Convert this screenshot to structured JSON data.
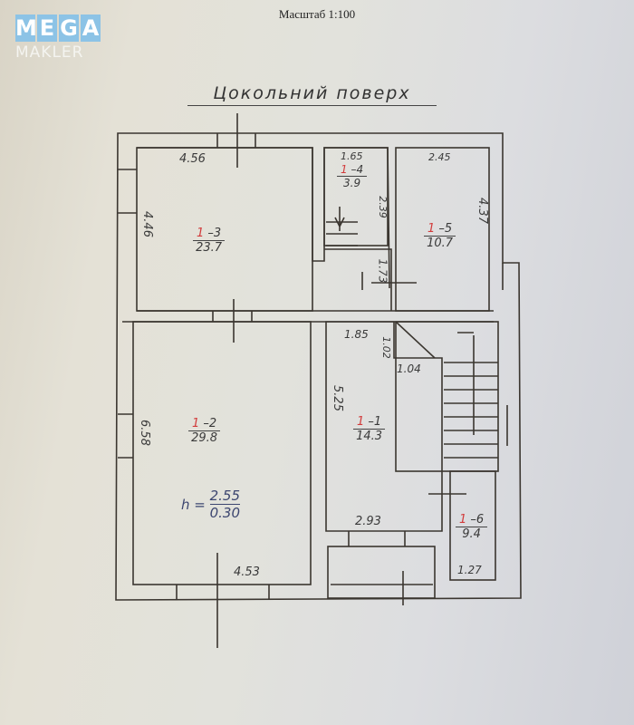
{
  "watermark": {
    "mega_letters": [
      "M",
      "E",
      "G",
      "A"
    ],
    "makler": "MAKLER",
    "color": "#8cc3e6"
  },
  "header": {
    "scale": "Масштаб 1:100"
  },
  "plan": {
    "title": "Цокольний поверх",
    "rooms": [
      {
        "id": "1-1",
        "prefix": "1",
        "suffix": "–1",
        "area": "14.3"
      },
      {
        "id": "1-2",
        "prefix": "1",
        "suffix": "–2",
        "area": "29.8"
      },
      {
        "id": "1-3",
        "prefix": "1",
        "suffix": "–3",
        "area": "23.7"
      },
      {
        "id": "1-4",
        "prefix": "1",
        "suffix": "–4",
        "area": "3.9"
      },
      {
        "id": "1-5",
        "prefix": "1",
        "suffix": "–5",
        "area": "10.7"
      },
      {
        "id": "1-6",
        "prefix": "1",
        "suffix": "–6",
        "area": "9.4"
      }
    ],
    "dimensions": {
      "room3_width": "4.56",
      "room3_depth": "4.46",
      "room4_width": "1.65",
      "room4_depth": "2.39",
      "room5_width": "2.45",
      "room5_depth": "4.37",
      "corridor": "1.73",
      "room1_top": "1.85",
      "room1_step": "1.02",
      "room1_stair": "1.04",
      "room1_depth": "5.25",
      "room1_width": "2.93",
      "room2_depth": "6.58",
      "room2_width": "4.53",
      "room6_width": "1.27"
    },
    "height": {
      "prefix": "h =",
      "ceiling": "2.55",
      "floor": "0.30"
    },
    "colors": {
      "line": "#3b3630",
      "room_prefix": "#d23b3b",
      "height_ink": "#3c4670"
    }
  }
}
